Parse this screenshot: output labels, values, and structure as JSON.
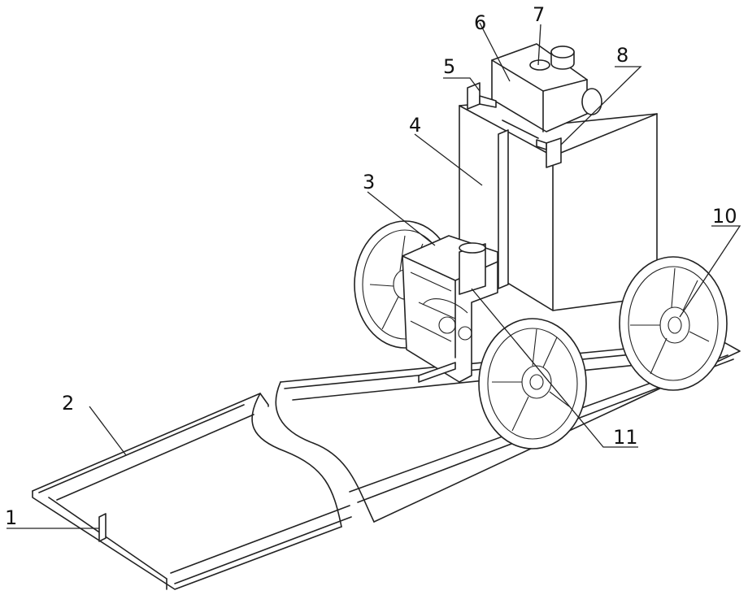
{
  "figure": {
    "parts": [
      {
        "id": "part-1",
        "label": "1"
      },
      {
        "id": "part-2",
        "label": "2"
      },
      {
        "id": "part-3",
        "label": "3"
      },
      {
        "id": "part-4",
        "label": "4"
      },
      {
        "id": "part-5",
        "label": "5"
      },
      {
        "id": "part-6",
        "label": "6"
      },
      {
        "id": "part-7",
        "label": "7"
      },
      {
        "id": "part-8",
        "label": "8"
      },
      {
        "id": "part-10",
        "label": "10"
      },
      {
        "id": "part-11",
        "label": "11"
      }
    ]
  }
}
